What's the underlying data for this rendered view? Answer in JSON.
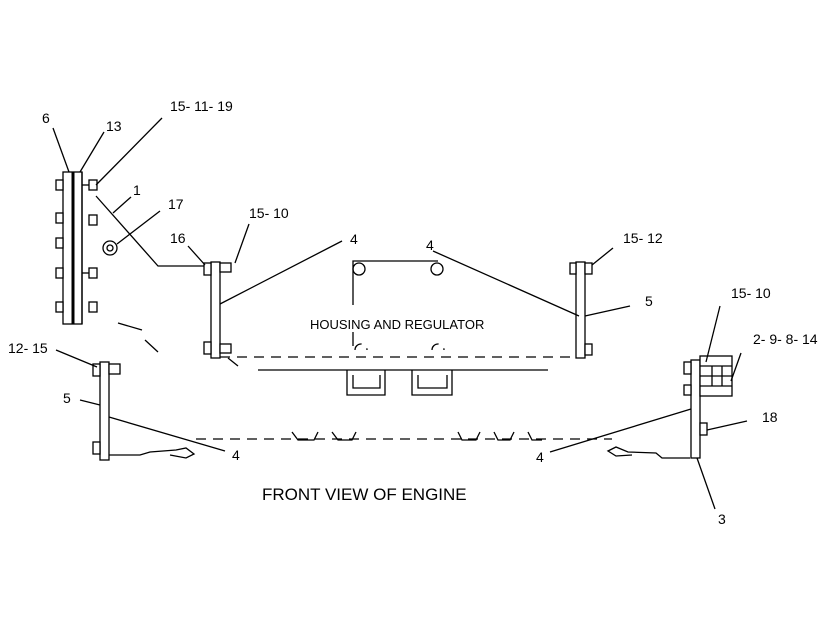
{
  "diagram": {
    "housing_label": "HOUSING AND REGULATOR",
    "caption": "FRONT VIEW OF ENGINE",
    "callouts": {
      "c6": "6",
      "c13": "13",
      "c15_11_19": "15- 11- 19",
      "c1": "1",
      "c17": "17",
      "c16": "16",
      "c15_10_left": "15- 10",
      "c4_top_left": "4",
      "c4_top_right": "4",
      "c15_12": "15- 12",
      "c5_right": "5",
      "c15_10_right": "15- 10",
      "c2_9_8_14": "2- 9- 8- 14",
      "c12_15": "12- 15",
      "c5_left": "5",
      "c18": "18",
      "c4_bottom_left": "4",
      "c4_bottom_right": "4",
      "c3": "3"
    }
  }
}
